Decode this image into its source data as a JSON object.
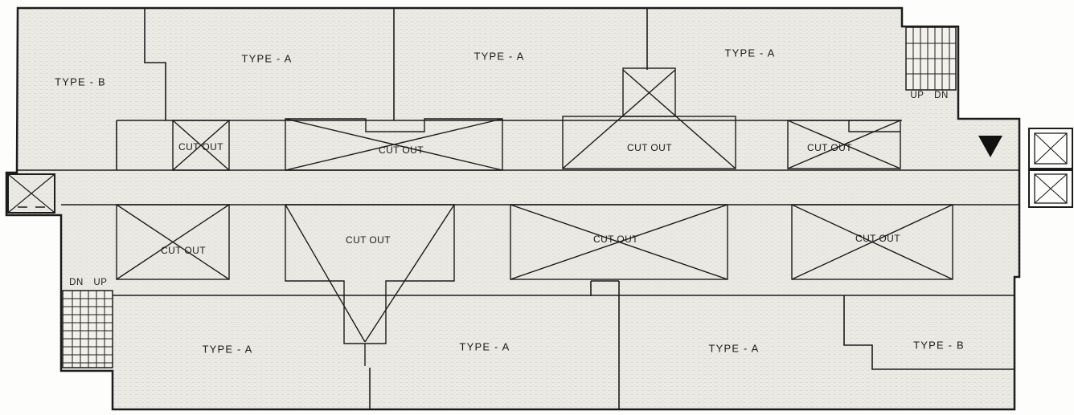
{
  "units": {
    "top": [
      "TYPE - B",
      "TYPE - A",
      "TYPE - A",
      "TYPE - A"
    ],
    "bottom": [
      "TYPE - A",
      "TYPE - A",
      "TYPE - A",
      "TYPE - B"
    ]
  },
  "cutouts": {
    "upper": [
      "CUT OUT",
      "CUT OUT",
      "CUT OUT",
      "CUT OUT"
    ],
    "lower": [
      "CUT OUT",
      "CUT OUT",
      "CUT OUT",
      "CUT OUT"
    ]
  },
  "stairs": {
    "top_right": {
      "up": "UP",
      "dn": "DN"
    },
    "bottom_left": {
      "dn": "DN",
      "up": "UP"
    }
  },
  "colors": {
    "wall_line": "#1c1c1c",
    "floor_fill": "#ebeae5",
    "floor_texture": "#dedcd6",
    "paper": "#fdfdfb",
    "marker": "#111111"
  }
}
